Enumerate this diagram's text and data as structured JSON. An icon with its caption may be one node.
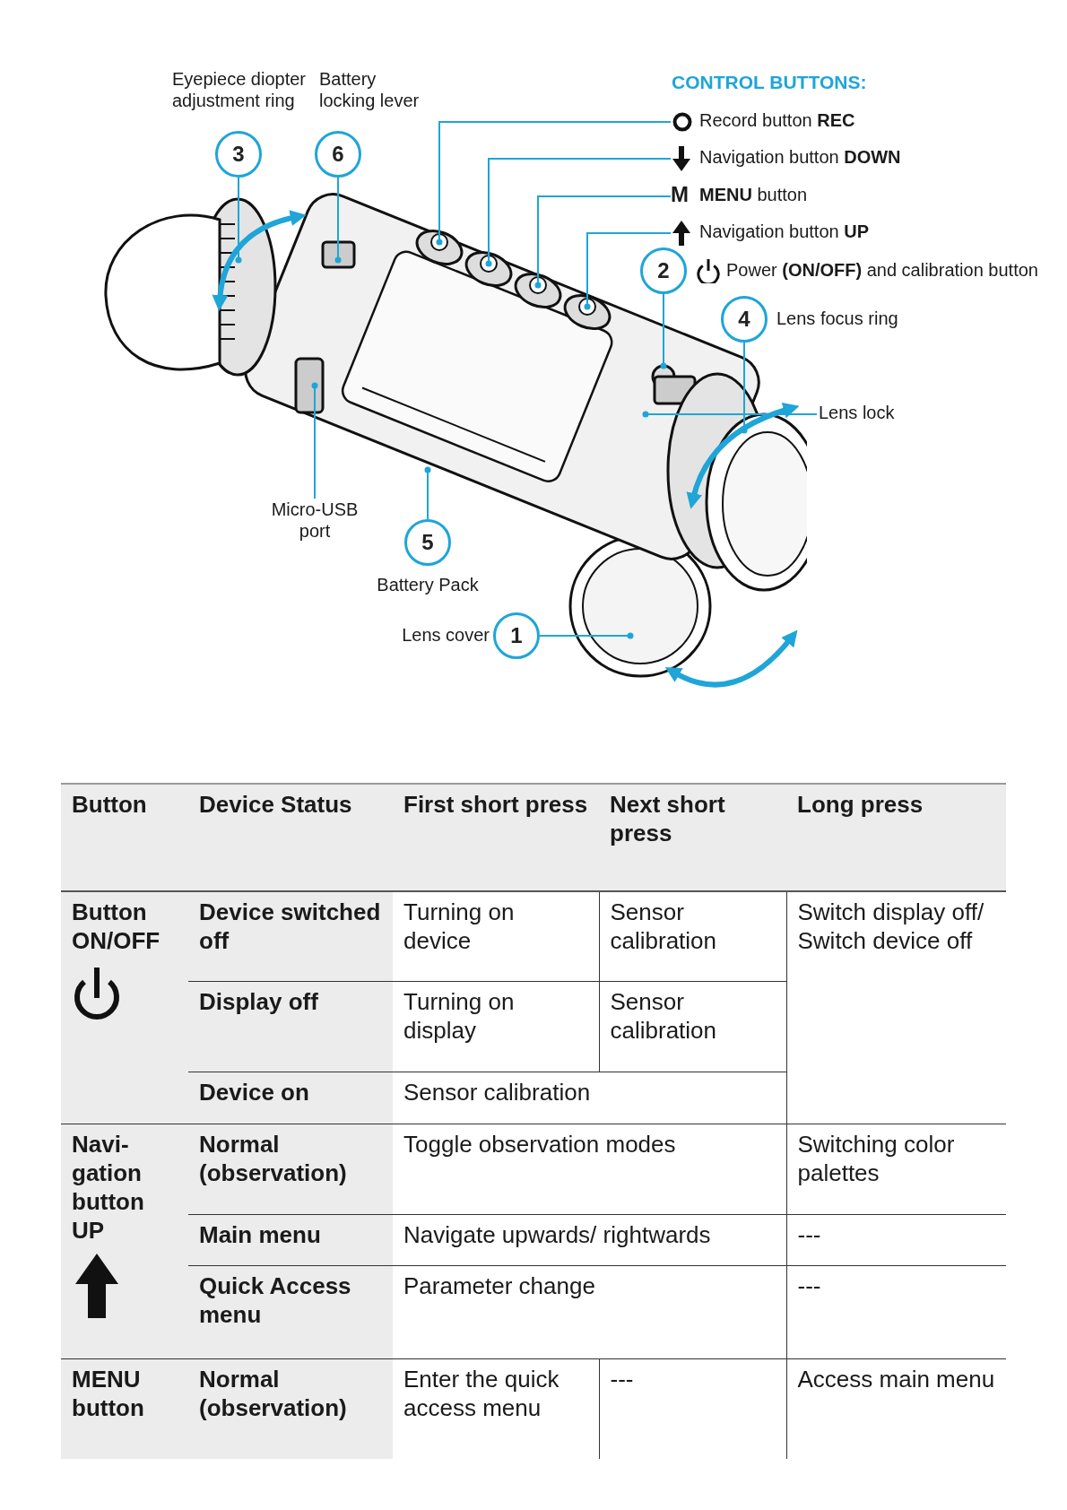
{
  "diagram": {
    "nodes": [
      {
        "text": [
          "Eyepiece diopter adjustment ring",
          "3"
        ]
      },
      {
        "text": [
          "Battery locking lever",
          "6"
        ]
      },
      {
        "text": [
          "Record button **REC**"
        ]
      },
      {
        "text": [
          "Navigation button **DOWN**"
        ]
      },
      {
        "text": [
          "M",
          "**MENU** button"
        ]
      },
      {
        "text": [
          "Navigation button **UP**"
        ]
      },
      {
        "text": [
          "2",
          "Power **(ON/OFF)** and calibration button"
        ]
      },
      {
        "text": [
          "4",
          "Lens focus ring"
        ]
      },
      {
        "text": [
          "Lens lock"
        ]
      },
      {
        "text": [
          "Micro-USB port"
        ]
      },
      {
        "text": [
          "5",
          "Battery Pack"
        ]
      },
      {
        "text": [
          "Lens cover",
          "1"
        ]
      }
    ],
    "edges": [
      {
        "from": 0,
        "to": null,
        "arrow": "other"
      },
      {
        "from": 1,
        "to": null,
        "arrow": "other"
      },
      {
        "from": 2,
        "to": null,
        "arrow": "other"
      },
      {
        "from": 3,
        "to": null,
        "arrow": "other"
      },
      {
        "from": 4,
        "to": null,
        "arrow": "other"
      },
      {
        "from": 5,
        "to": null,
        "arrow": "other"
      },
      {
        "from": 6,
        "to": null,
        "arrow": "other"
      },
      {
        "from": 7,
        "to": null,
        "arrow": "other"
      },
      {
        "from": 8,
        "to": null,
        "arrow": "other"
      },
      {
        "from": 9,
        "to": null,
        "arrow": "other"
      },
      {
        "from": 10,
        "to": null,
        "arrow": "other"
      },
      {
        "from": 11,
        "to": null,
        "arrow": "other"
      }
    ],
    "labels": [
      "CONTROL BUTTONS:",
      "Button",
      "Device Status",
      "First short press",
      "Next short press",
      "Long press",
      "Button ON/OFF",
      "Device switched off",
      "Turning on device",
      "Sensor calibration",
      "Switch display off/ Switch device off",
      "Display off",
      "Turning on display",
      "Sensor calibration",
      "Device on",
      "Sensor calibration",
      "Navi- gation button UP",
      "Normal (observation)",
      "Toggle observation modes",
      "Switching color palettes",
      "Main menu",
      "Navigate upwards/ rightwards",
      "---",
      "Quick Access menu",
      "Parameter change",
      "---",
      "MENU button",
      "Normal (observation)",
      "Enter the quick access menu",
      "---",
      "Access main menu"
    ]
  }
}
